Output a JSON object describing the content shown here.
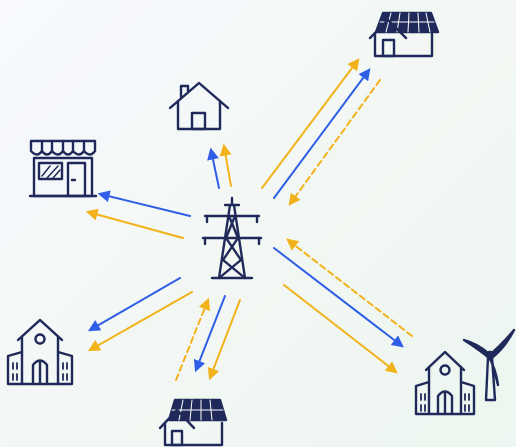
{
  "colors": {
    "navy": "#1f2a5a",
    "blue": "#2f5fe6",
    "amber": "#f2b21b"
  },
  "nodes": [
    {
      "id": "pylon",
      "icon": "power-pylon-icon"
    },
    {
      "id": "house",
      "icon": "house-icon"
    },
    {
      "id": "solar-house-top",
      "icon": "solar-house-icon"
    },
    {
      "id": "shop",
      "icon": "shop-icon"
    },
    {
      "id": "school-left",
      "icon": "school-building-icon"
    },
    {
      "id": "solar-house-bottom",
      "icon": "solar-house-icon"
    },
    {
      "id": "school-wind",
      "icon": "school-with-wind-turbine-icon"
    }
  ],
  "flows": [
    {
      "from": "pylon",
      "to": "house",
      "kind": "consumption",
      "style": "solid"
    },
    {
      "from": "pylon",
      "to": "house",
      "kind": "consumption",
      "style": "solid"
    },
    {
      "from": "pylon",
      "to": "solar-house-top",
      "kind": "consumption",
      "style": "solid"
    },
    {
      "from": "pylon",
      "to": "solar-house-top",
      "kind": "consumption",
      "style": "solid"
    },
    {
      "from": "solar-house-top",
      "to": "pylon",
      "kind": "production",
      "style": "dashed"
    },
    {
      "from": "pylon",
      "to": "shop",
      "kind": "consumption",
      "style": "solid"
    },
    {
      "from": "pylon",
      "to": "shop",
      "kind": "consumption",
      "style": "solid"
    },
    {
      "from": "pylon",
      "to": "school-left",
      "kind": "consumption",
      "style": "solid"
    },
    {
      "from": "pylon",
      "to": "school-left",
      "kind": "consumption",
      "style": "solid"
    },
    {
      "from": "pylon",
      "to": "solar-house-bottom",
      "kind": "consumption",
      "style": "solid"
    },
    {
      "from": "pylon",
      "to": "solar-house-bottom",
      "kind": "consumption",
      "style": "solid"
    },
    {
      "from": "solar-house-bottom",
      "to": "pylon",
      "kind": "production",
      "style": "dashed"
    },
    {
      "from": "pylon",
      "to": "school-wind",
      "kind": "consumption",
      "style": "solid"
    },
    {
      "from": "pylon",
      "to": "school-wind",
      "kind": "consumption",
      "style": "solid"
    },
    {
      "from": "school-wind",
      "to": "pylon",
      "kind": "production",
      "style": "dashed"
    }
  ]
}
